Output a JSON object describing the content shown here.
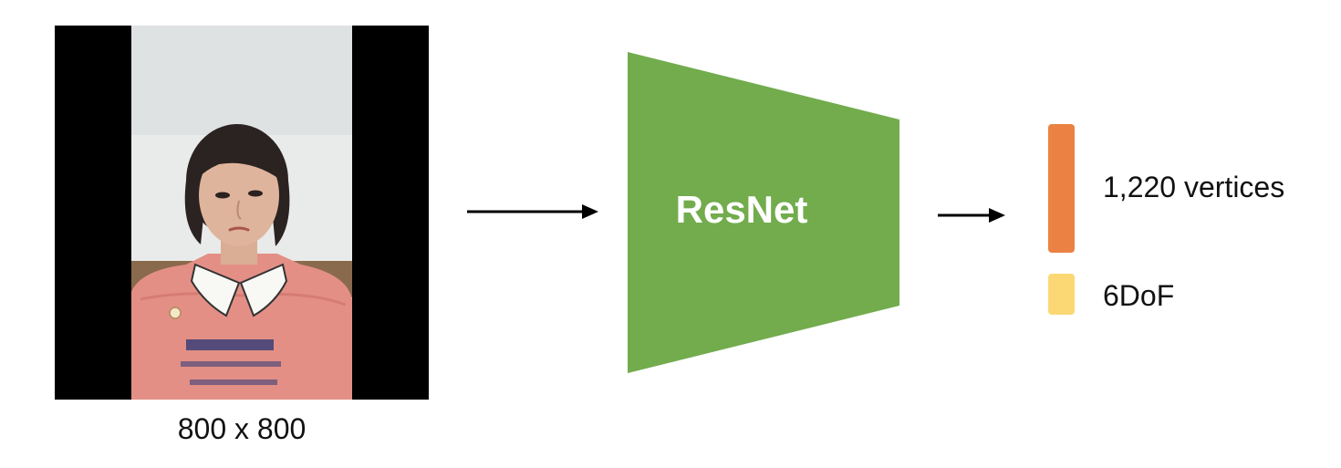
{
  "input": {
    "caption": "800 x 800",
    "photo_icon": "person-photo"
  },
  "model": {
    "label": "ResNet",
    "color": "#72AC4D"
  },
  "outputs": [
    {
      "label": "1,220 vertices",
      "color": "#EB8244"
    },
    {
      "label": "6DoF",
      "color": "#FCD875"
    }
  ],
  "colors": {
    "arrow": "#000000",
    "background": "#FFFFFF",
    "frame": "#000000"
  }
}
